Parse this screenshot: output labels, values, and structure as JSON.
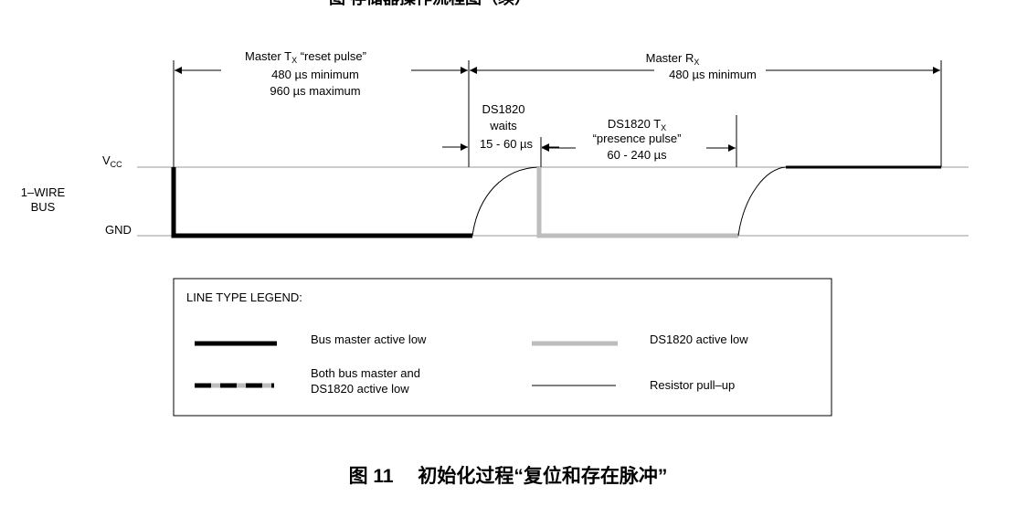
{
  "top_caption_cut": "图       存储器操作流程图（续）",
  "timing": {
    "master_tx": {
      "title_a": "Master T",
      "title_sub": "X",
      "title_b": " “reset pulse”",
      "min": "480 µs minimum",
      "max": "960 µs maximum"
    },
    "master_rx": {
      "title_a": "Master R",
      "title_sub": "X",
      "min": "480 µs minimum"
    },
    "ds_waits": {
      "line1": "DS1820",
      "line2": "waits",
      "line3": "15 - 60 µs"
    },
    "ds_tx": {
      "title_a": "DS1820 T",
      "title_sub": "X",
      "line2": "“presence pulse”",
      "line3": "60 - 240 µs"
    }
  },
  "bus": {
    "label_line1": "1–WIRE",
    "label_line2": "BUS",
    "vcc_a": "V",
    "vcc_sub": "CC",
    "gnd": "GND"
  },
  "legend": {
    "title": "LINE TYPE LEGEND:",
    "items": [
      {
        "label": "Bus master active low"
      },
      {
        "label": "DS1820 active low"
      },
      {
        "label_line1": "Both bus master and",
        "label_line2": "DS1820 active low"
      },
      {
        "label": "Resistor pull–up"
      }
    ]
  },
  "caption": "图 11　 初始化过程“复位和存在脉冲”",
  "colors": {
    "bus_master_low": "#000000",
    "ds1820_low": "#bdbdbd",
    "pull_up": "#000000",
    "rail": "#9a9a9a"
  }
}
